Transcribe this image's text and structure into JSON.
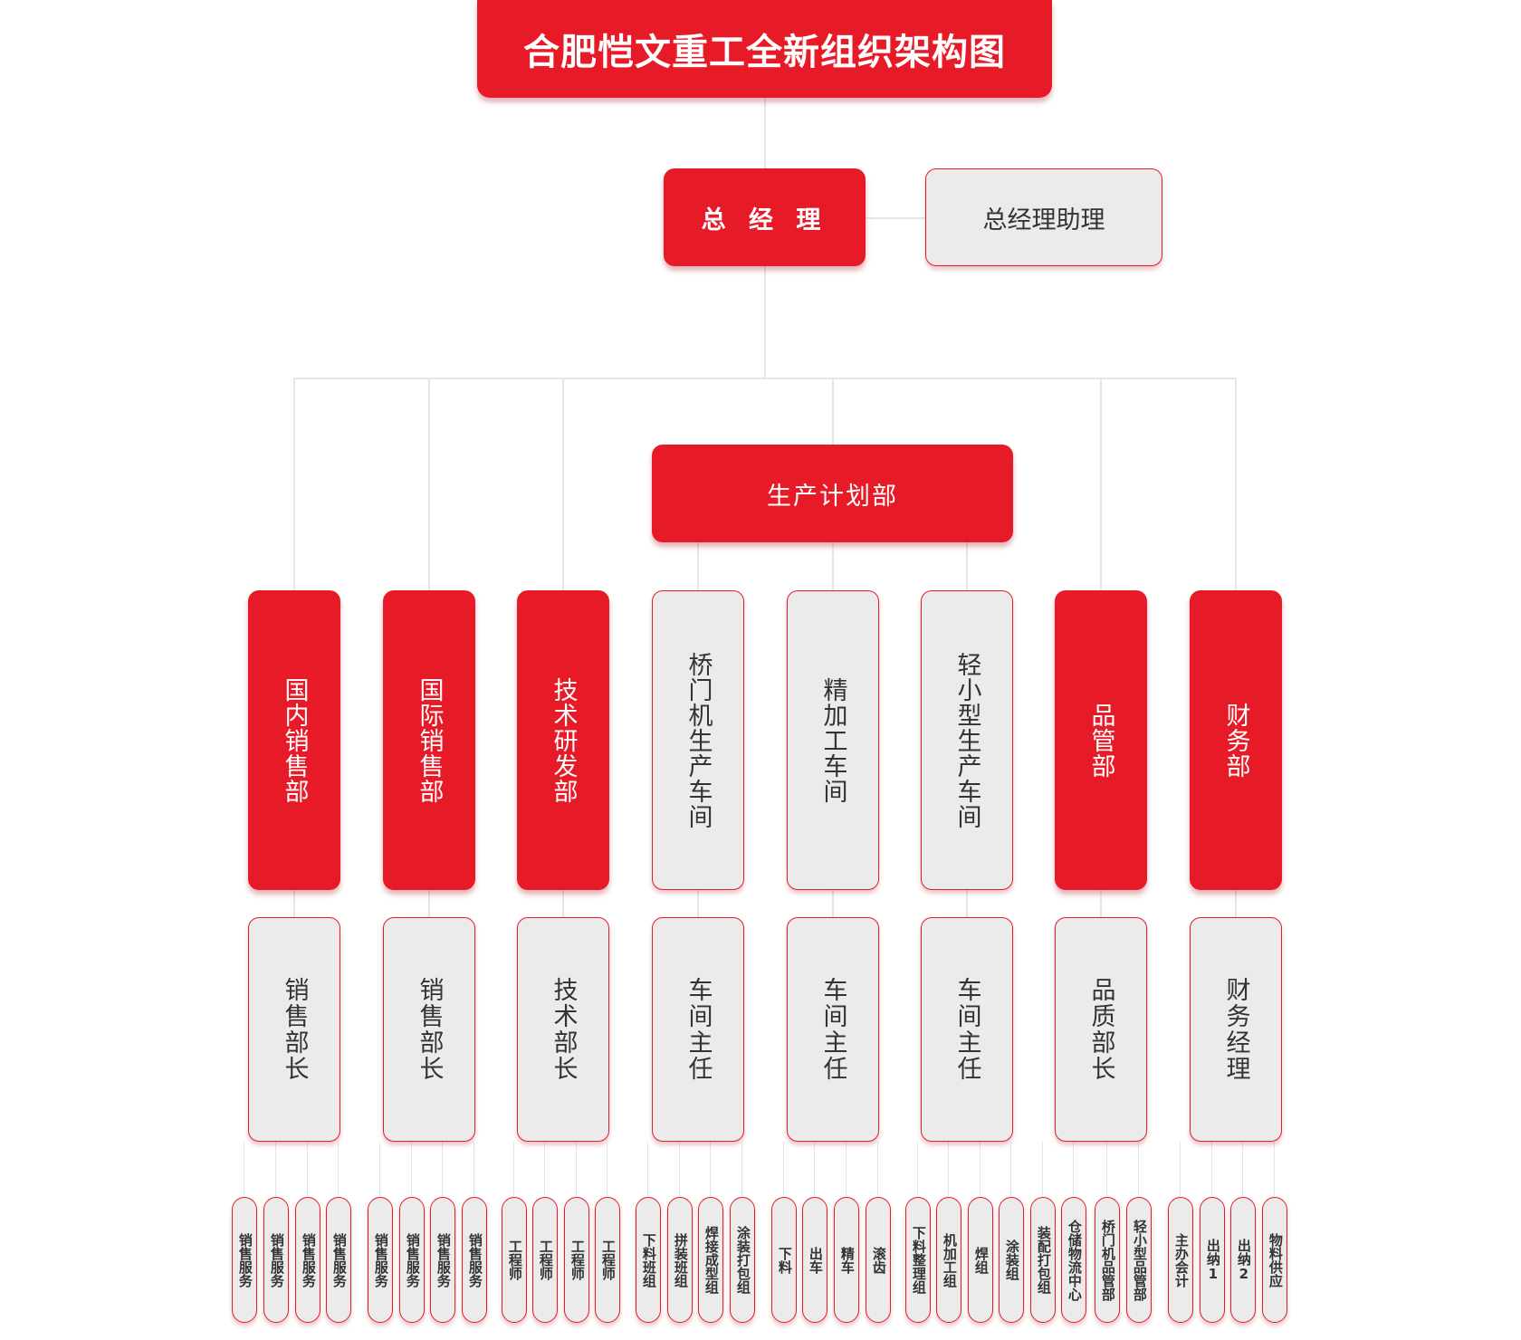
{
  "title": "合肥恺文重工全新组织架构图",
  "general_manager": "总 经 理",
  "assistant": "总经理助理",
  "production_planning": "生产计划部",
  "colors": {
    "red": "#e71b28",
    "gray": "#ebebeb",
    "line": "#e6e6e6"
  },
  "departments": [
    {
      "name": "国内销售部",
      "style": "red",
      "head": "销售部长",
      "units": [
        "销售服务",
        "销售服务",
        "销售服务",
        "销售服务"
      ]
    },
    {
      "name": "国际销售部",
      "style": "red",
      "head": "销售部长",
      "units": [
        "销售服务",
        "销售服务",
        "销售服务",
        "销售服务"
      ]
    },
    {
      "name": "技术研发部",
      "style": "red",
      "head": "技术部长",
      "units": [
        "工程师",
        "工程师",
        "工程师",
        "工程师"
      ]
    },
    {
      "name": "桥门机生产车间",
      "style": "gray",
      "head": "车间主任",
      "units": [
        "下料班组",
        "拼装班组",
        "焊接成型组",
        "涂装打包组"
      ]
    },
    {
      "name": "精加工车间",
      "style": "gray",
      "head": "车间主任",
      "units": [
        "下料",
        "出车",
        "精车",
        "滚齿"
      ]
    },
    {
      "name": "轻小型生产车间",
      "style": "gray",
      "head": "车间主任",
      "units": [
        "下料整理组",
        "机加工组",
        "焊组",
        "涂装组",
        "装配打包组",
        "仓储物流中心"
      ]
    },
    {
      "name": "品管部",
      "style": "red",
      "head": "品质部长",
      "units": [
        "桥门机品管部",
        "轻小型品管部"
      ]
    },
    {
      "name": "财务部",
      "style": "red",
      "head": "财务经理",
      "units": [
        "主办会计",
        "出纳1",
        "出纳2",
        "物料供应"
      ]
    }
  ]
}
